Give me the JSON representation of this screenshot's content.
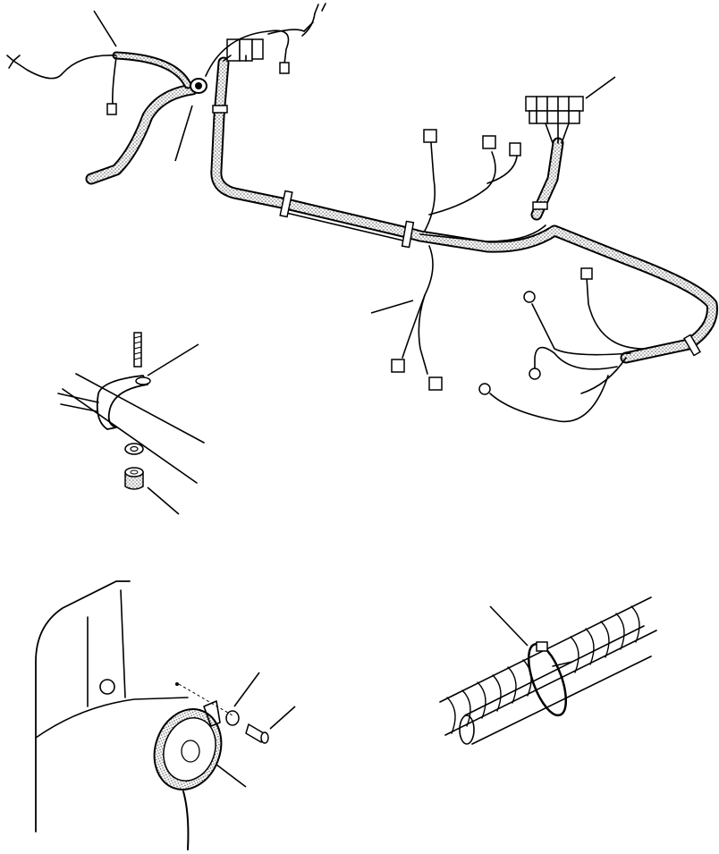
{
  "figure": {
    "description_hidden": "",
    "colors": {
      "line": "#000000",
      "background": "#ffffff",
      "texture": "#8a8a8a"
    },
    "parts": [
      {
        "name": "wiring-harness",
        "icon": "harness-icon"
      },
      {
        "name": "clamp-detail",
        "icon": "clamp-icon"
      },
      {
        "name": "horn-assembly",
        "icon": "horn-icon"
      },
      {
        "name": "cable-tie-detail",
        "icon": "cable-tie-icon"
      }
    ]
  }
}
